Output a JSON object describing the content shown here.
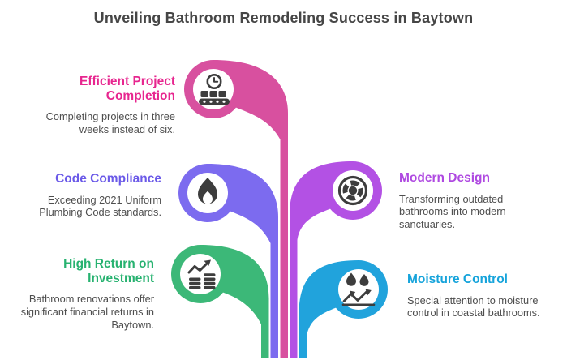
{
  "title": "Unveiling Bathroom Remodeling Success in Baytown",
  "colors": {
    "title_text": "#464646",
    "body_text": "#4e4e4e",
    "icon_glyph": "#3d3d3d",
    "pink": "#D8509F",
    "purple": "#7C6BEF",
    "green": "#3CB878",
    "violet": "#B351E4",
    "cyan": "#21A3DC"
  },
  "items": [
    {
      "id": "efficient-project-completion",
      "side": "left",
      "heading": "Efficient Project Completion",
      "body": "Completing projects in three weeks instead of six.",
      "heading_color": "#E7268F",
      "blob_color": "#D8509F",
      "icon": "clock-conveyor-icon"
    },
    {
      "id": "code-compliance",
      "side": "left",
      "heading": "Code Compliance",
      "body": "Exceeding 2021 Uniform Plumbing Code standards.",
      "heading_color": "#6B5AE8",
      "blob_color": "#7C6BEF",
      "icon": "flame-icon"
    },
    {
      "id": "high-return-on-investment",
      "side": "left",
      "heading": "High Return on Investment",
      "body": "Bathroom renovations offer significant financial returns in Baytown.",
      "heading_color": "#27B270",
      "blob_color": "#3CB878",
      "icon": "growth-chart-icon"
    },
    {
      "id": "modern-design",
      "side": "right",
      "heading": "Modern Design",
      "body": "Transforming outdated bathrooms into modern sanctuaries.",
      "heading_color": "#AF49E1",
      "blob_color": "#B351E4",
      "icon": "wheel-icon"
    },
    {
      "id": "moisture-control",
      "side": "right",
      "heading": "Moisture Control",
      "body": "Special attention to moisture control in coastal bathrooms.",
      "heading_color": "#17A4DB",
      "blob_color": "#21A3DC",
      "icon": "water-drops-bounce-icon"
    }
  ]
}
